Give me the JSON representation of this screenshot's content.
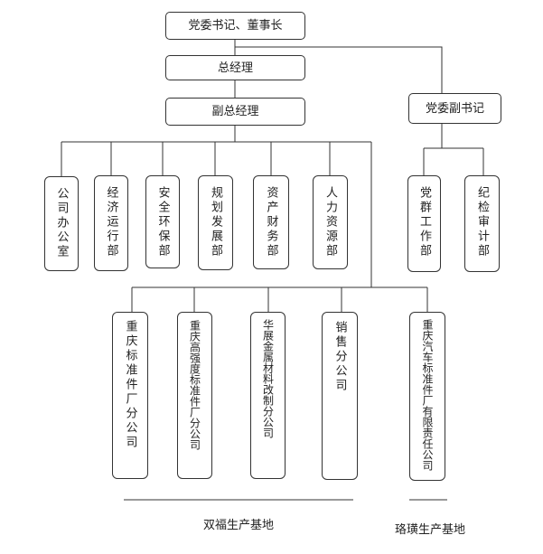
{
  "org": {
    "party_secretary_chairman": "党委书记、董事长",
    "general_manager": "总经理",
    "deputy_general_manager": "副总经理",
    "deputy_party_secretary": "党委副书记",
    "departments": [
      "公司办公室",
      "经济运行部",
      "安全环保部",
      "规划发展部",
      "资产财务部",
      "人力资源部"
    ],
    "party_departments": [
      "党群工作部",
      "纪检审计部"
    ],
    "subsidiaries": [
      "重庆标准件厂分公司",
      "重庆高强度标准件厂分公司",
      "华展金属材料改制分公司",
      "销售分公司",
      "重庆汽车标准件厂有限责任公司"
    ]
  },
  "bases": {
    "shuangfu": "双福生产基地",
    "luohuang": "珞璜生产基地"
  },
  "colors": {
    "line": "#333333",
    "box_border": "#333333",
    "text": "#222222"
  }
}
